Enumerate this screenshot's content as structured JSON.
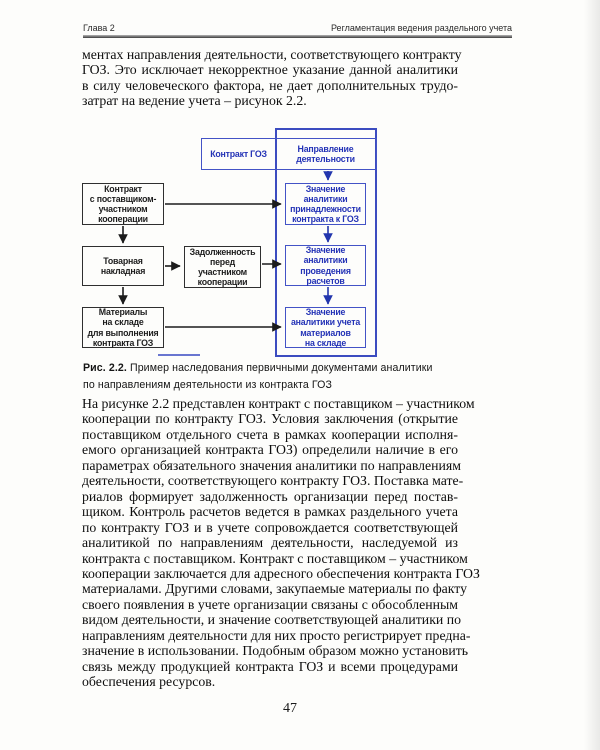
{
  "header": {
    "left": "Глава 2",
    "right": "Регламентация ведения раздельного учета"
  },
  "paragraph1": {
    "lines": [
      "ментах направления деятельности, соответствующего контракту",
      "ГОЗ. Это исключает некорректное указание данной аналитики",
      "в силу человеческого фактора, не дает дополнительных трудо-",
      "затрат на ведение учета – рисунок 2.2."
    ]
  },
  "figure": {
    "caption_label": "Рис. 2.2.",
    "caption_line1_rest": " Пример наследования первичными документами аналитики",
    "caption_line2": "по направлениям деятельности из контракта ГОЗ"
  },
  "diagram": {
    "colors": {
      "blue_border": "#4353c6",
      "blue_text": "#2433b6",
      "black_border": "#2f2f2f",
      "arrow_black": "#1c1c1c",
      "arrow_blue": "#2336ae"
    },
    "contract_goz_label": "Контракт ГОЗ",
    "napravlenie": {
      "l1": "Направление",
      "l2": "деятельности"
    },
    "box_contract_supplier": {
      "l1": "Контракт",
      "l2": "с поставщиком-",
      "l3": "участником",
      "l4": "кооперации"
    },
    "box_tovarnaya": {
      "l1": "Товарная",
      "l2": "накладная"
    },
    "box_zadolzhennost": {
      "l1": "Задолженность",
      "l2": "перед",
      "l3": "участником",
      "l4": "кооперации"
    },
    "box_materialy": {
      "l1": "Материалы",
      "l2": "на складе",
      "l3": "для выполнения",
      "l4": "контракта ГОЗ"
    },
    "blue_box_1": {
      "l1": "Значение",
      "l2": "аналитики",
      "l3": "принадлежности",
      "l4": "контракта к ГОЗ"
    },
    "blue_box_2": {
      "l1": "Значение",
      "l2": "аналитики",
      "l3": "проведения",
      "l4": "расчетов"
    },
    "blue_box_3": {
      "l1": "Значение",
      "l2": "аналитики учета",
      "l3": "материалов",
      "l4": "на складе"
    }
  },
  "paragraph2": {
    "lines": [
      "На рисунке 2.2 представлен контракт с поставщиком – участником",
      "кооперации по контракту ГОЗ. Условия заключения (открытие",
      "поставщиком отдельного счета в рамках кооперации исполня-",
      "емого организацией контракта ГОЗ) определили наличие в его",
      "параметрах обязательного значения аналитики по направлениям",
      "деятельности, соответствующего контракту ГОЗ. Поставка мате-",
      "риалов формирует задолженность организации перед постав-",
      "щиком. Контроль расчетов ведется в рамках раздельного учета",
      "по контракту ГОЗ и в учете сопровождается соответствующей",
      "аналитикой по направлениям деятельности, наследуемой из",
      "контракта с поставщиком. Контракт с поставщиком – участником",
      "кооперации заключается для адресного обеспечения контракта ГОЗ",
      "материалами. Другими словами, закупаемые материалы по факту",
      "своего появления в учете организации связаны с обособленным",
      "видом деятельности, и значение соответствующей аналитики по",
      "направлениям деятельности для них просто регистрирует предна-",
      "значение в использовании. Подобным образом можно установить",
      "связь между продукцией контракта ГОЗ и всеми процедурами",
      "обеспечения ресурсов."
    ]
  },
  "page_number": "47"
}
